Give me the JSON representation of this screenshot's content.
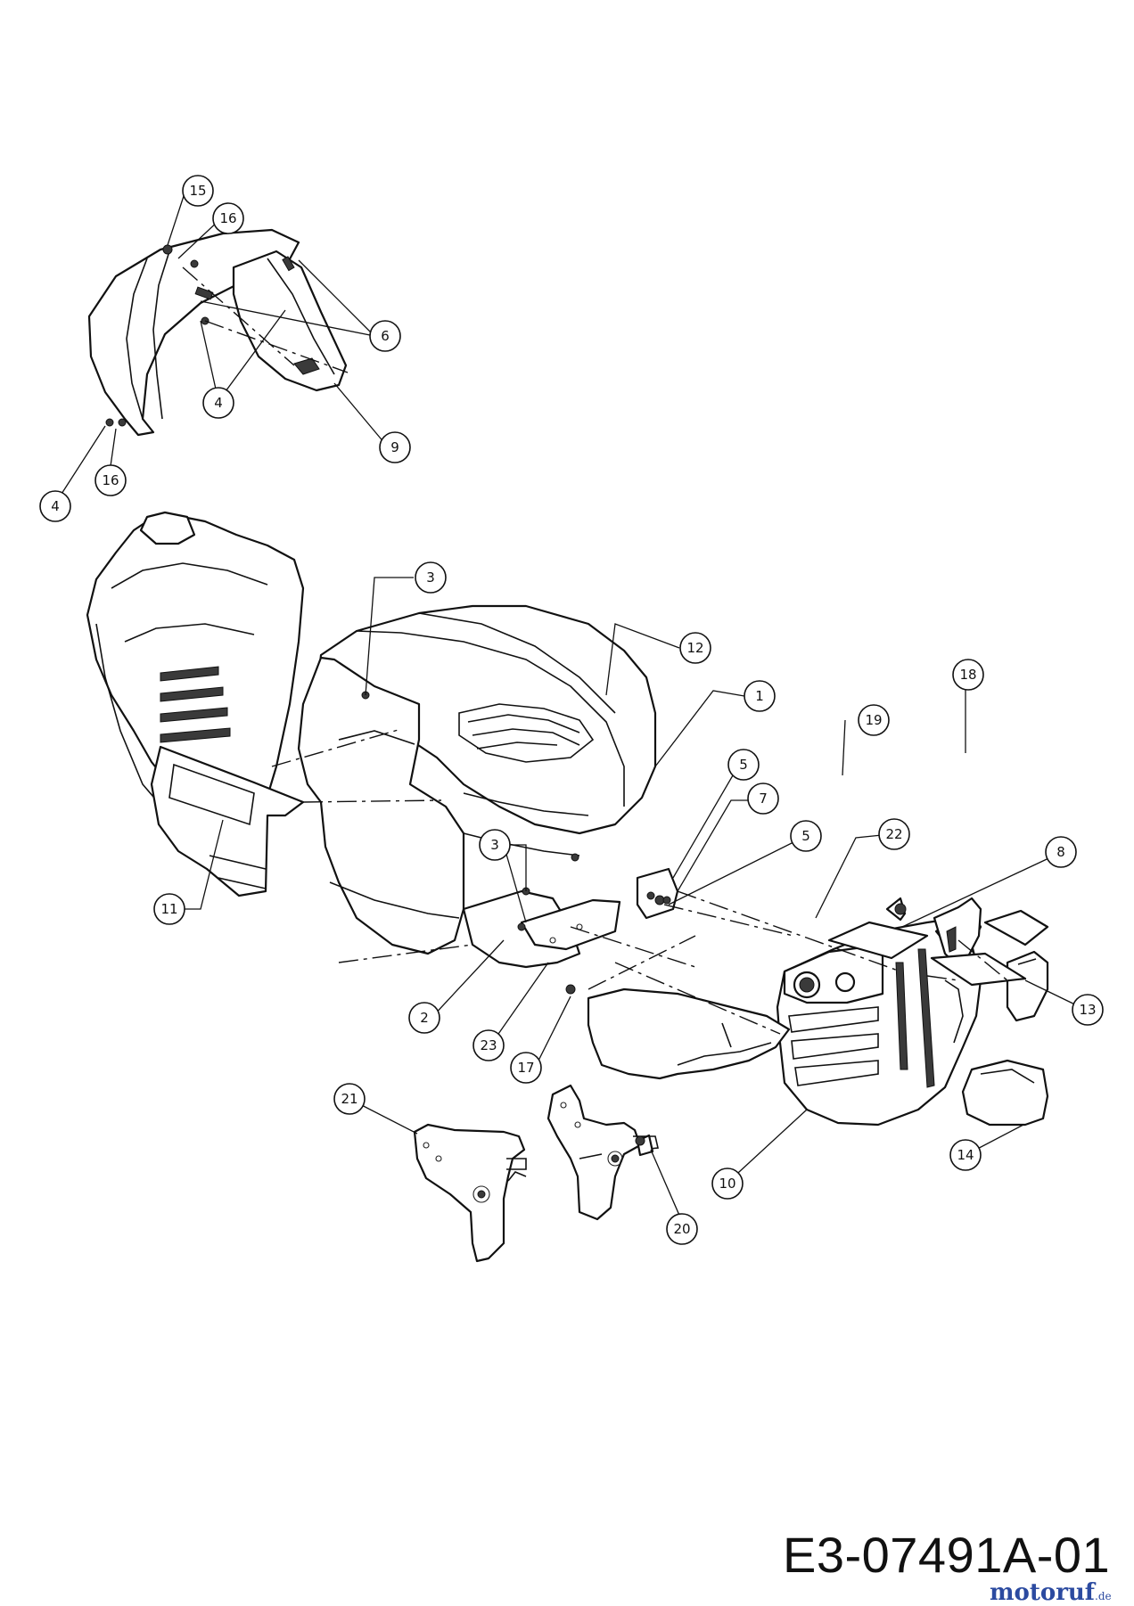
{
  "diagram": {
    "drawing_code": "E3-07491A-01",
    "watermark": {
      "text": "motoruf",
      "suffix": ".de",
      "colors": [
        "#e53b3b",
        "#f39c12",
        "#2b4aa0",
        "#27ae60"
      ]
    },
    "callouts": [
      {
        "id": "c15a",
        "label": "15"
      },
      {
        "id": "c16a",
        "label": "16"
      },
      {
        "id": "c6",
        "label": "6"
      },
      {
        "id": "c4a",
        "label": "4"
      },
      {
        "id": "c9",
        "label": "9"
      },
      {
        "id": "c4b",
        "label": "4"
      },
      {
        "id": "c16b",
        "label": "16"
      },
      {
        "id": "c3a",
        "label": "3"
      },
      {
        "id": "c12",
        "label": "12"
      },
      {
        "id": "c1",
        "label": "1"
      },
      {
        "id": "c18",
        "label": "18"
      },
      {
        "id": "c19",
        "label": "19"
      },
      {
        "id": "c5a",
        "label": "5"
      },
      {
        "id": "c7",
        "label": "7"
      },
      {
        "id": "c3b",
        "label": "3"
      },
      {
        "id": "c5b",
        "label": "5"
      },
      {
        "id": "c22",
        "label": "22"
      },
      {
        "id": "c8",
        "label": "8"
      },
      {
        "id": "c11",
        "label": "11"
      },
      {
        "id": "c13",
        "label": "13"
      },
      {
        "id": "c2",
        "label": "2"
      },
      {
        "id": "c23",
        "label": "23"
      },
      {
        "id": "c17",
        "label": "17"
      },
      {
        "id": "c21",
        "label": "21"
      },
      {
        "id": "c10",
        "label": "10"
      },
      {
        "id": "c14",
        "label": "14"
      },
      {
        "id": "c20",
        "label": "20"
      }
    ]
  }
}
